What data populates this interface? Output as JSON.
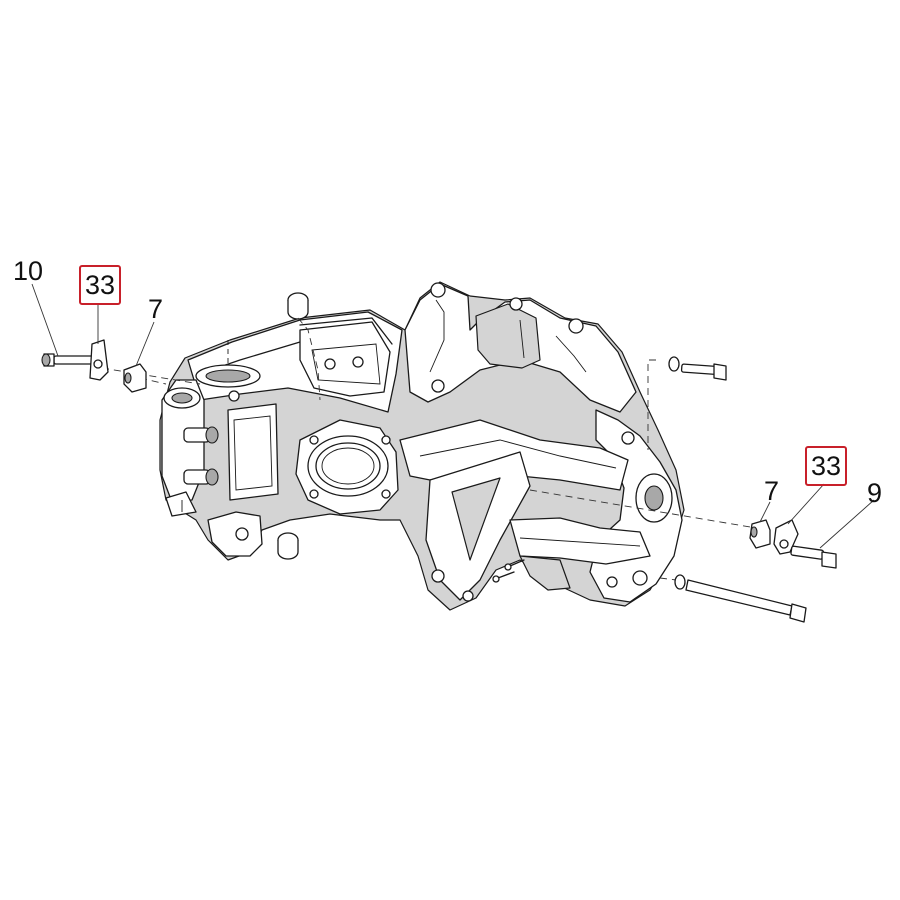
{
  "callouts": {
    "left_bolt": "10",
    "left_bracket_highlighted": "33",
    "left_spacer": "7",
    "right_spacer": "7",
    "right_bracket_highlighted": "33",
    "right_bolt": "9"
  },
  "colors": {
    "highlight_box": "#c8202a",
    "line_art": "#1a1a1a",
    "frame_fill": "#d4d4d4"
  }
}
